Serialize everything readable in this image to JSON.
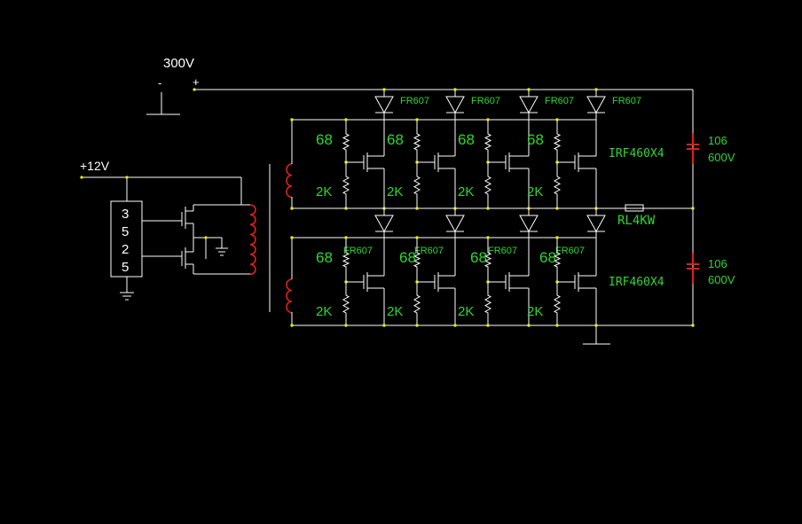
{
  "labels": {
    "supply_hv": "300V",
    "minus": "-",
    "plus": "+",
    "supply_lv": "+12V",
    "ic_digits": [
      "3",
      "5",
      "2",
      "5"
    ],
    "res_gate": "68",
    "res_pull": "2K",
    "diode": "FR607",
    "mosfet": "IRF460X4",
    "load": "RL4KW",
    "cap_value": "106",
    "cap_voltage": "600V"
  },
  "colors": {
    "wire": "#ffffff",
    "coil": "#e0201c",
    "label": "#2ed82e",
    "node": "#e8e81e",
    "background": "#000000"
  }
}
